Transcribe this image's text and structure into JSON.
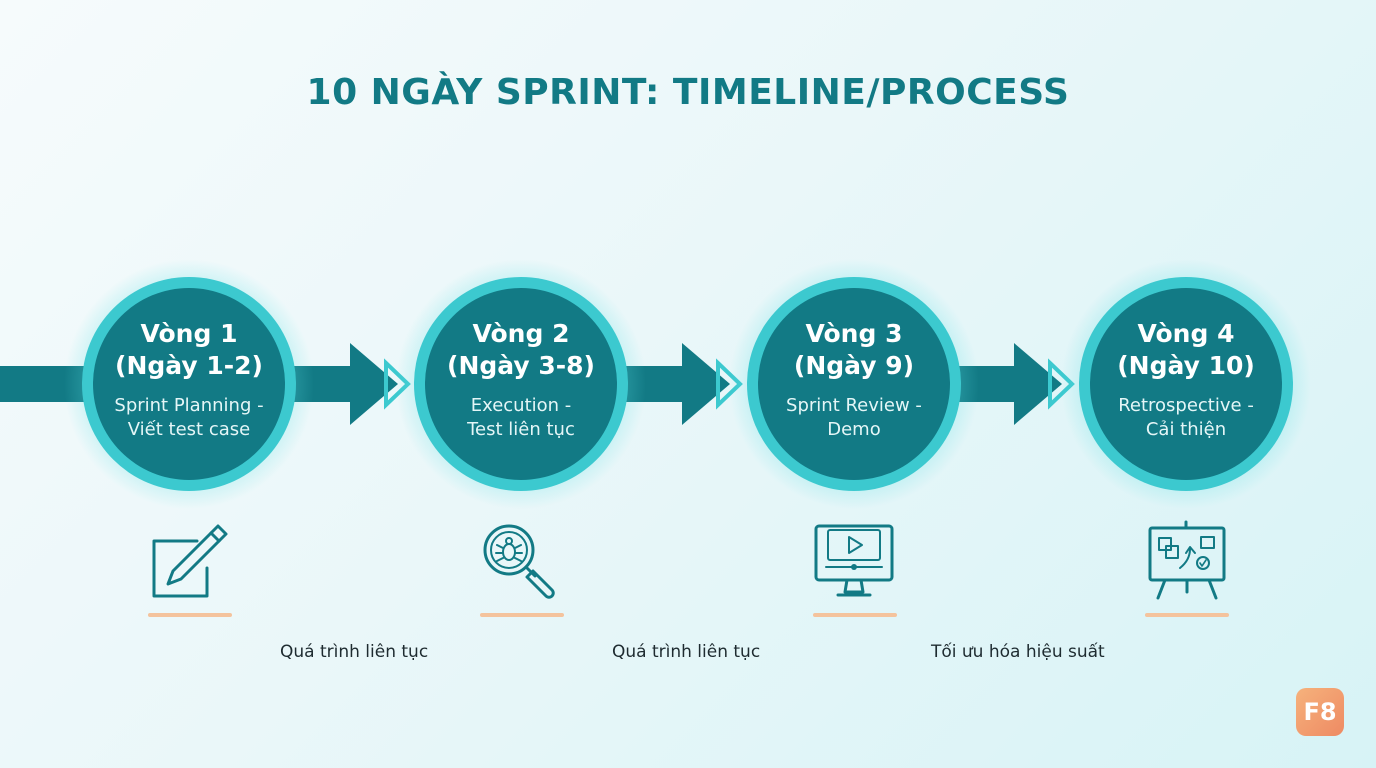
{
  "title": "10 NGÀY SPRINT: TIMELINE/PROCESS",
  "colors": {
    "primary": "#127a85",
    "ring": "#3cc9cf",
    "underline": "#f4c39d",
    "logo": "#ee8a63"
  },
  "stages": [
    {
      "title_line1": "Vòng 1",
      "title_line2": "(Ngày 1-2)",
      "desc_line1": "Sprint Planning -",
      "desc_line2": "Viết test case",
      "icon": "pencil-note-icon"
    },
    {
      "title_line1": "Vòng 2",
      "title_line2": "(Ngày 3-8)",
      "desc_line1": "Execution -",
      "desc_line2": "Test liên tục",
      "icon": "bug-search-icon"
    },
    {
      "title_line1": "Vòng 3",
      "title_line2": "(Ngày 9)",
      "desc_line1": "Sprint Review -",
      "desc_line2": "Demo",
      "icon": "monitor-play-icon"
    },
    {
      "title_line1": "Vòng 4",
      "title_line2": "(Ngày 10)",
      "desc_line1": "Retrospective -",
      "desc_line2": "Cải thiện",
      "icon": "whiteboard-icon"
    }
  ],
  "notes": [
    "Quá trình liên tục",
    "Quá trình liên tục",
    "Tối ưu hóa hiệu suất"
  ],
  "logo": "F8"
}
